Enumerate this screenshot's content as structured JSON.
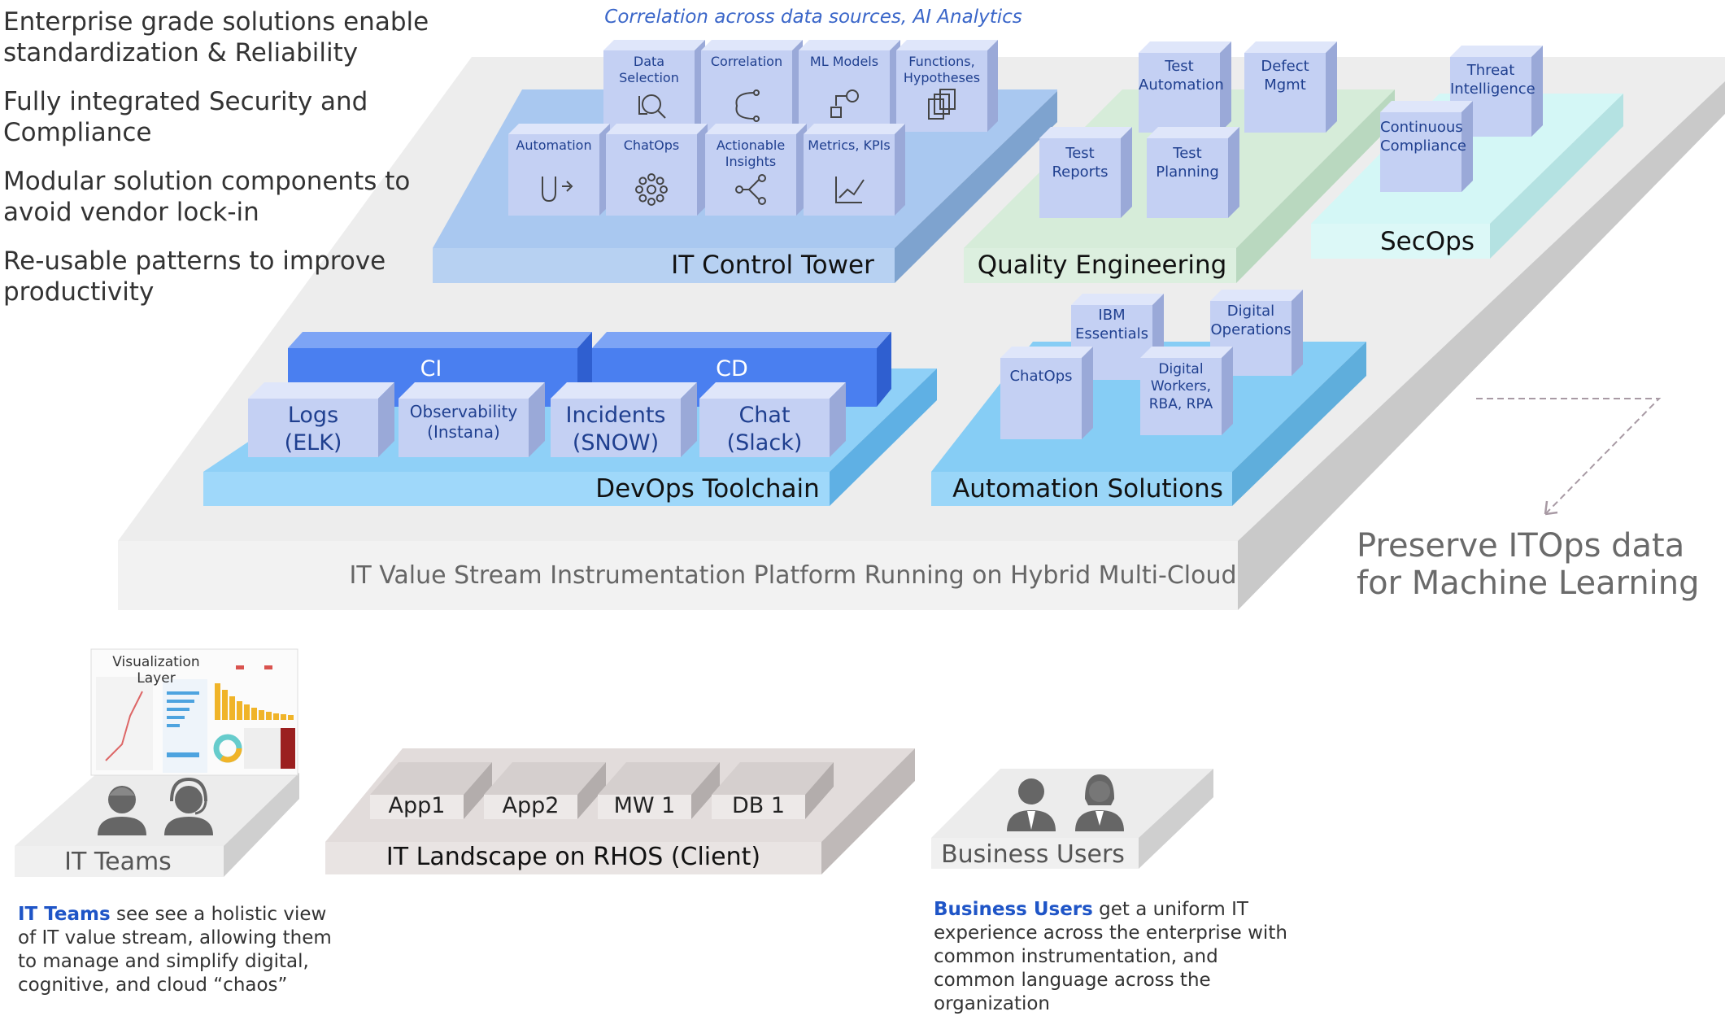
{
  "bullets": [
    "Enterprise grade solutions enable standardization & Reliability",
    "Fully integrated Security and Compliance",
    "Modular solution components  to avoid vendor lock-in",
    "Re-usable patterns to improve productivity"
  ],
  "correlation_note": "Correlation across data sources, AI Analytics",
  "platform_label": "IT Value Stream Instrumentation Platform Running on Hybrid Multi-Cloud",
  "preserve_note": "Preserve ITOps data for Machine Learning",
  "it_control_tower": {
    "title": "IT Control Tower",
    "top_row": [
      "Data Selection",
      "Correlation",
      "ML Models",
      "Functions, Hypotheses"
    ],
    "bottom_row": [
      "Automation",
      "ChatOps",
      "Actionable Insights",
      "Metrics, KPIs"
    ]
  },
  "quality_engineering": {
    "title": "Quality Engineering",
    "boxes": [
      "Test Automation",
      "Defect Mgmt",
      "Test Reports",
      "Test Planning"
    ]
  },
  "secops": {
    "title": "SecOps",
    "boxes": [
      "Threat Intelligence",
      "Continuous Compliance"
    ]
  },
  "devops": {
    "title": "DevOps Toolchain",
    "pipelines": [
      "CI",
      "CD"
    ],
    "boxes": [
      "Logs\n(ELK)",
      "Observability\n(Instana)",
      "Incidents\n(SNOW)",
      "Chat\n(Slack)"
    ]
  },
  "automation_solutions": {
    "title": "Automation Solutions",
    "boxes": [
      "IBM Essentials",
      "Digital Operations",
      "ChatOps",
      "Digital Workers, RBA, RPA"
    ]
  },
  "it_teams": {
    "title": "IT Teams",
    "viz_label": "Visualization Layer",
    "caption_highlight": "IT Teams",
    "caption_text": " see see a holistic view of IT value stream, allowing them to manage and simplify digital, cognitive, and cloud “chaos”"
  },
  "landscape": {
    "title": "IT Landscape on RHOS (Client)",
    "apps": [
      "App1",
      "App2",
      "MW 1",
      "DB 1"
    ]
  },
  "business_users": {
    "title": "Business Users",
    "caption_highlight": "Business Users",
    "caption_text": " get a uniform IT experience across the enterprise with common instrumentation, and common language across the organization"
  },
  "colors": {
    "control_tower": "#a9c8f0",
    "quality": "#d6ecd9",
    "secops": "#d4f7f6",
    "devops": "#8fd0f7",
    "automation": "#86cdf5",
    "pipeline": "#4a7ff0",
    "box": "#c4d0f3",
    "highlight": "#1f55c7"
  }
}
